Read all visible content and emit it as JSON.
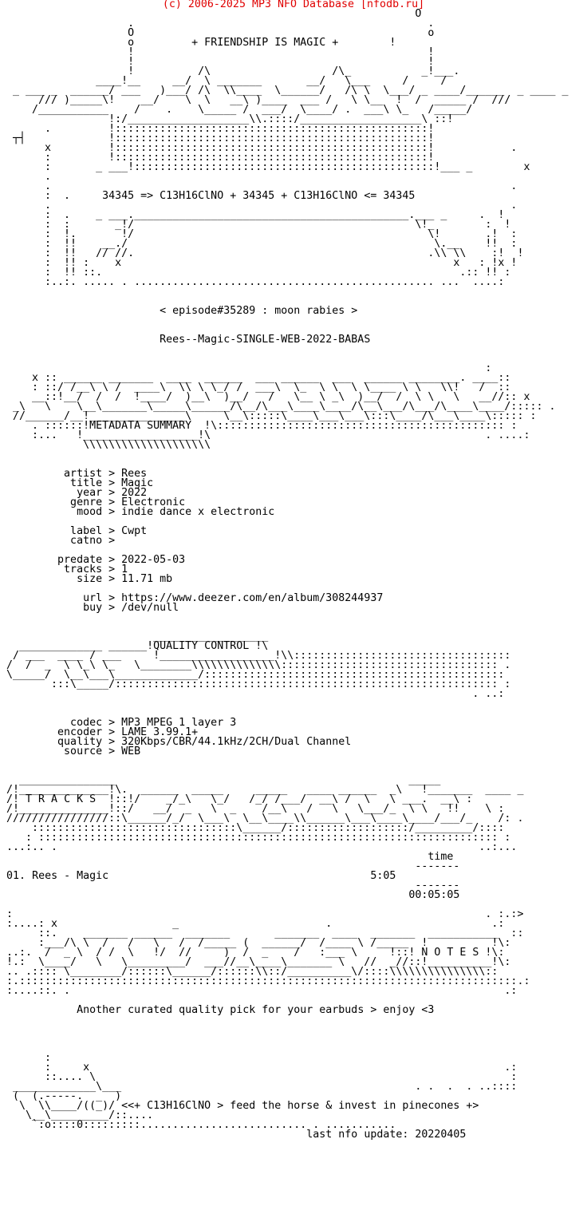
{
  "header": "(c) 2006-2025 MP3 NFO Database [nfodb.ru]",
  "top_banner": "+ FRIENDSHIP IS MAGIC +",
  "formula": "34345 => C13H16ClNO + 34345 + C13H16ClNO <= 34345",
  "episode": "< episode#35289 : moon rabies >",
  "release": "Rees--Magic-SINGLE-WEB-2022-BABAS",
  "sections": {
    "metadata": "METADATA SUMMARY",
    "quality": "QUALITY CONTROL",
    "tracks": "T R A C K S",
    "notes": "N O T E S"
  },
  "metadata": [
    {
      "label": "artist",
      "value": "Rees"
    },
    {
      "label": "title",
      "value": "Magic"
    },
    {
      "label": "year",
      "value": "2022"
    },
    {
      "label": "genre",
      "value": "Electronic"
    },
    {
      "label": "mood",
      "value": "indie dance x electronic"
    },
    {
      "label": "label",
      "value": "Cwpt"
    },
    {
      "label": "catno",
      "value": ""
    },
    {
      "label": "predate",
      "value": "2022-05-03"
    },
    {
      "label": "tracks",
      "value": "1"
    },
    {
      "label": "size",
      "value": "11.71 mb"
    },
    {
      "label": "url",
      "value": "https://www.deezer.com/en/album/308244937"
    },
    {
      "label": "buy",
      "value": "/dev/null"
    }
  ],
  "quality": [
    {
      "label": "codec",
      "value": "MP3 MPEG 1 layer 3"
    },
    {
      "label": "encoder",
      "value": "LAME 3.99.1+"
    },
    {
      "label": "quality",
      "value": "320Kbps/CBR/44.1kHz/2CH/Dual Channel"
    },
    {
      "label": "source",
      "value": "WEB"
    }
  ],
  "tracklist": {
    "time_header": "time",
    "items": [
      {
        "num": "01.",
        "name": "Rees - Magic",
        "time": "5:05"
      }
    ],
    "total": "00:05:05"
  },
  "notes": "Another curated quality pick for your earbuds > enjoy <3",
  "signoff": "<<+ C13H16ClNO > feed the horse & invest in pinecones +>",
  "last_update": "last nfo update: 20220405"
}
